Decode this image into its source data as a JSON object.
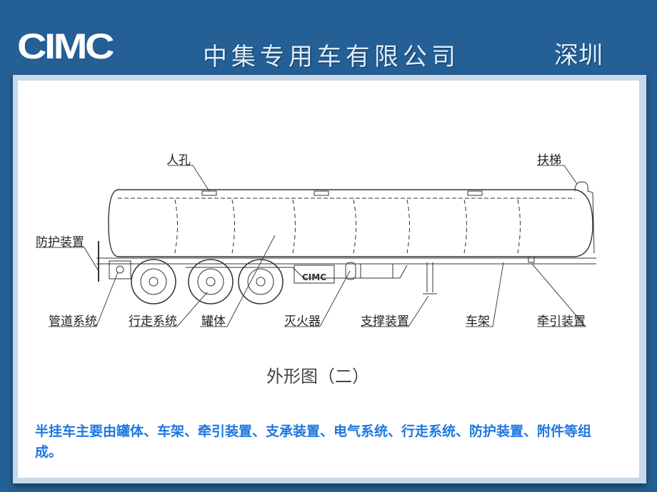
{
  "header": {
    "logo": "CIMC",
    "city": "深圳",
    "company": "中集专用车有限公司"
  },
  "diagram": {
    "labels": {
      "manhole": "人孔",
      "ladder": "扶梯",
      "protection": "防护装置",
      "piping": "管道系统",
      "running_gear": "行走系统",
      "tank": "罐体",
      "extinguisher": "灭火器",
      "landing_gear": "支撑装置",
      "frame": "车架",
      "kingpin": "牵引装置"
    },
    "truck_logo": "CIMC",
    "caption": "外形图（二）"
  },
  "description": "半挂车主要由罐体、车架、牵引装置、支承装置、电气系统、行走系统、防护装置、附件等组成。"
}
